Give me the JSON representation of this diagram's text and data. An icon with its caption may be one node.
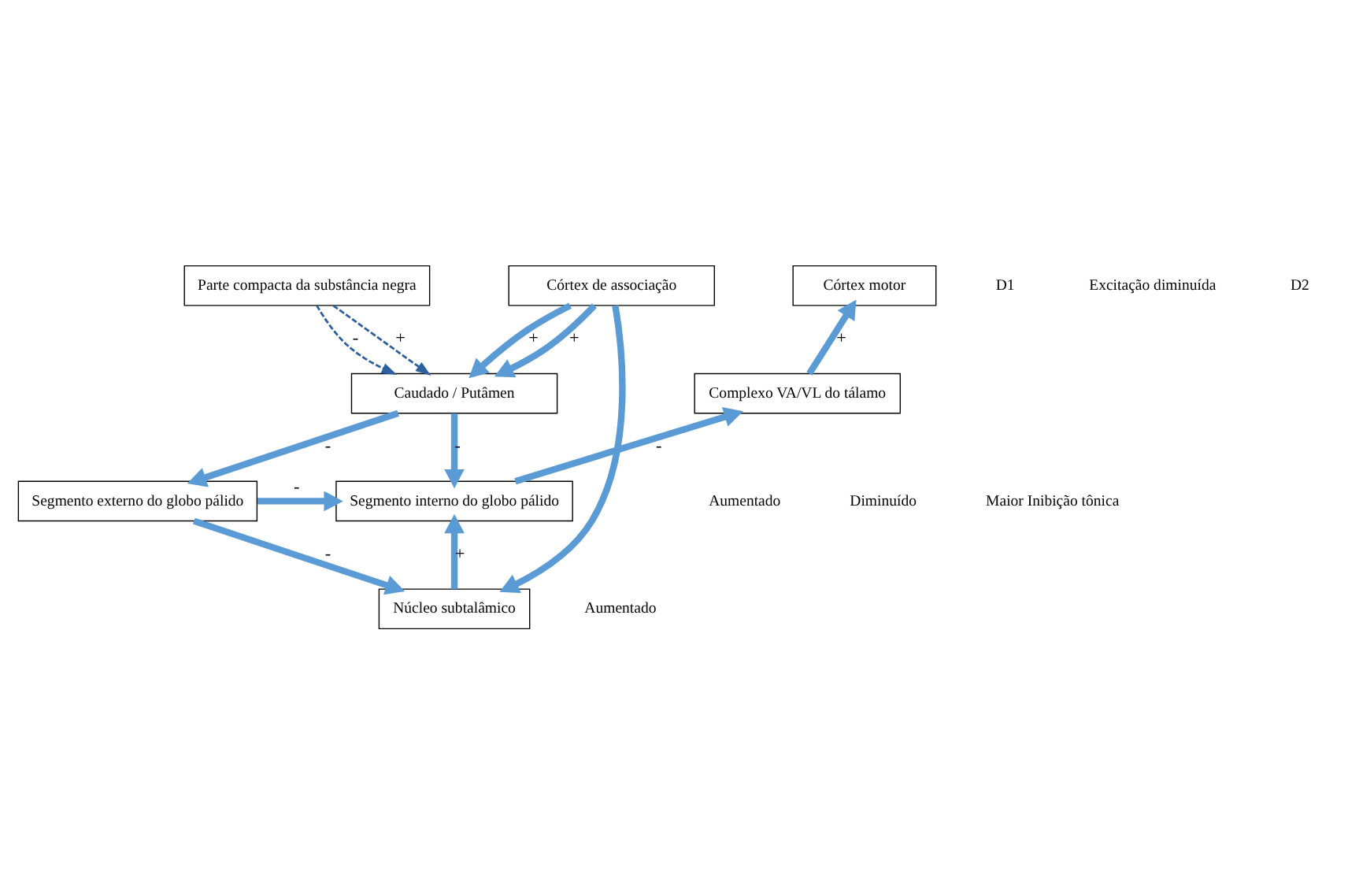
{
  "diagram": {
    "nodes": [
      {
        "text": [
          "Córtex de associação"
        ]
      },
      {
        "text": [
          "Córtex motor"
        ]
      },
      {
        "text": [
          "Parte compacta da substância negra"
        ]
      },
      {
        "text": [
          "Caudado / Putâmen"
        ]
      },
      {
        "text": [
          "Complexo VA/VL do tálamo"
        ]
      },
      {
        "text": [
          "Segmento externo do globo pálido"
        ]
      },
      {
        "text": [
          "Segmento interno do globo pálido"
        ]
      },
      {
        "text": [
          "Núcleo subtalâmico"
        ]
      }
    ],
    "edges": [
      {
        "from": 0,
        "to": 3,
        "arrow": "to",
        "label": "+"
      },
      {
        "from": 0,
        "to": 3,
        "arrow": "to",
        "label": "+"
      },
      {
        "from": 2,
        "to": 3,
        "arrow": "to",
        "label": "+",
        "style": "dashed",
        "color": "#2e5f9e"
      },
      {
        "from": 2,
        "to": 3,
        "arrow": "to",
        "label": "-",
        "style": "dashed",
        "color": "#2e5f9e"
      },
      {
        "from": 0,
        "to": 7,
        "arrow": "to"
      },
      {
        "from": 4,
        "to": 1,
        "arrow": "to",
        "label": "+"
      },
      {
        "from": 3,
        "to": 5,
        "arrow": "to",
        "label": "-"
      },
      {
        "from": 3,
        "to": 6,
        "arrow": "to",
        "label": "-"
      },
      {
        "from": 5,
        "to": 6,
        "arrow": "to",
        "label": "-"
      },
      {
        "from": 6,
        "to": 4,
        "arrow": "to",
        "label": "-"
      },
      {
        "from": 5,
        "to": 7,
        "arrow": "to",
        "label": "-"
      },
      {
        "from": 7,
        "to": 6,
        "arrow": "to",
        "label": "+"
      }
    ],
    "labels": [
      "D1",
      "Excitação diminuída",
      "D2",
      "Aumentado",
      "Diminuído",
      "Maior Inibição tônica",
      "Aumentado"
    ]
  }
}
